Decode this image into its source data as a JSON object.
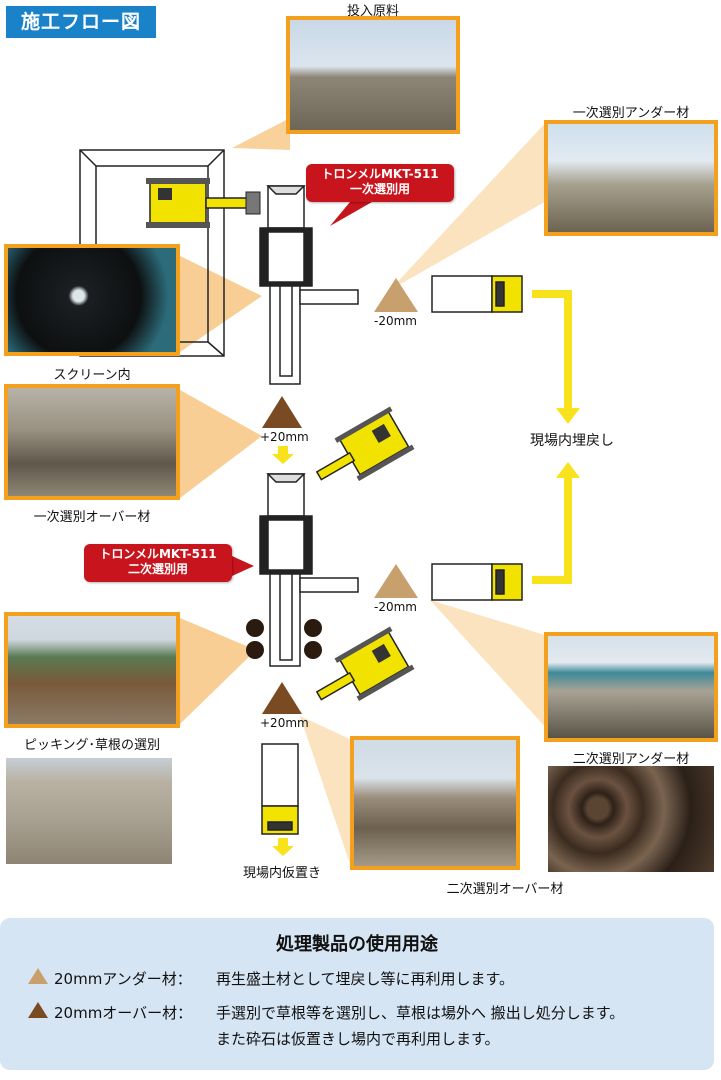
{
  "header": {
    "title": "施工フロー図"
  },
  "photos": {
    "input_material": "投入原料",
    "primary_under": "一次選別アンダー材",
    "screen_inside": "スクリーン内",
    "primary_over": "一次選別オーバー材",
    "picking": "ピッキング･草根の選別",
    "secondary_under": "二次選別アンダー材",
    "secondary_over": "二次選別オーバー材"
  },
  "callouts": {
    "trommel1_line1": "トロンメルMKT-511",
    "trommel1_line2": "一次選別用",
    "trommel2_line1": "トロンメルMKT-511",
    "trommel2_line2": "二次選別用"
  },
  "markers": {
    "under1": "-20mm",
    "over1": "+20mm",
    "under2": "-20mm",
    "over2": "+20mm"
  },
  "destinations": {
    "backfill": "現場内埋戻し",
    "temp_storage": "現場内仮置き"
  },
  "footer": {
    "title": "処理製品の使用用途",
    "line1_label": "20mmアンダー材：",
    "line1_text": "再生盛土材として埋戻し等に再利用します。",
    "line2_label": "20mmオーバー材：",
    "line2_text": "手選別で草根等を選別し、草根は場外へ 搬出し処分します。",
    "line3_text": "また砕石は仮置きし場内で再利用します。"
  },
  "colors": {
    "accent_orange": "#f3a01e",
    "badge_blue": "#1a82c8",
    "callout_red": "#c8151d",
    "machine_yellow": "#f2e200",
    "arrow_yellow": "#f7e21b",
    "under_triangle": "#c8a06e",
    "over_triangle": "#7a4a22",
    "footer_bg": "#d6e5f4"
  }
}
